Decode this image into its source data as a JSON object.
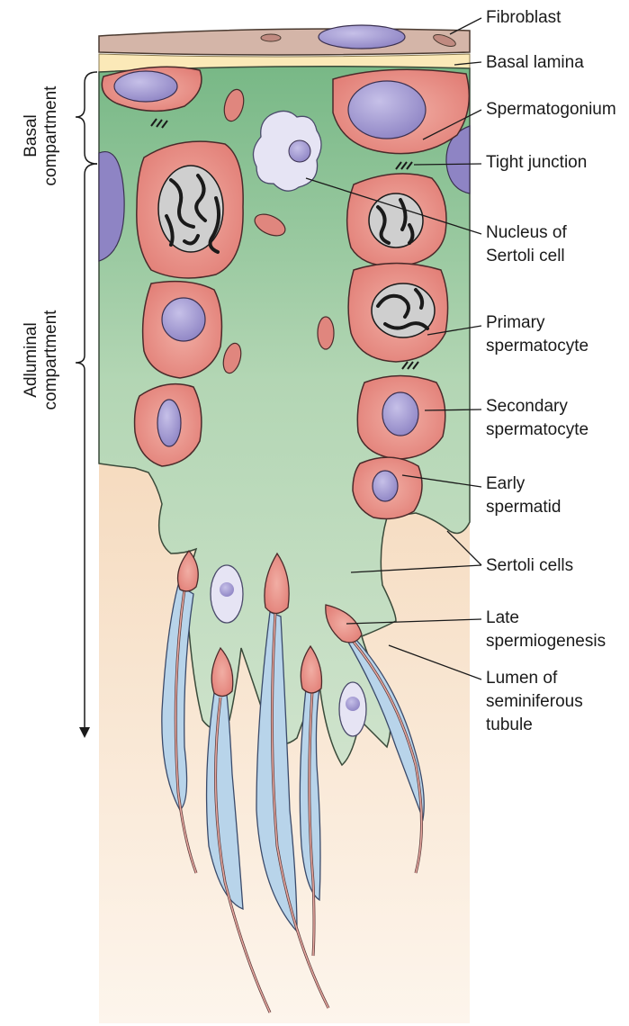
{
  "labels": {
    "fibroblast": "Fibroblast",
    "basal_lamina": "Basal lamina",
    "spermatogonium": "Spermatogonium",
    "tight_junction": "Tight junction",
    "nucleus_sertoli": "Nucleus of\nSertoli cell",
    "primary_spermatocyte": "Primary\nspermatocyte",
    "secondary_spermatocyte": "Secondary\nspermatocyte",
    "early_spermatid": "Early\nspermatid",
    "sertoli_cells": "Sertoli cells",
    "late_spermiogenesis": "Late\nspermiogenesis",
    "lumen": "Lumen of\nseminiferous\ntubule"
  },
  "compartments": {
    "basal": "Basal\ncompartment",
    "adluminal": "Adluminal\ncompartment"
  },
  "colors": {
    "sertoli": "#cfe3cc",
    "sertoli_top": "#7fbf8a",
    "germ_cell": "#e8938a",
    "nucleus": "#a8a0d0",
    "lumen_top": "#f0c9a0",
    "lumen_bottom": "#fdf4ea",
    "tail": "#b8d4ea",
    "fibroblast_layer": "#d4b5a8",
    "basal_lamina": "#fbe9b8"
  }
}
